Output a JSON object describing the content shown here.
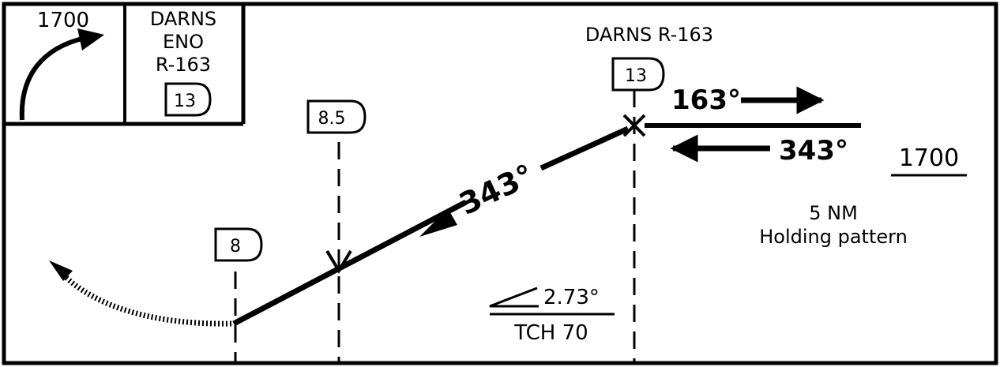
{
  "missed_approach_box": {
    "altitude": "1700"
  },
  "fix_box": {
    "lines": [
      "DARNS",
      "ENO",
      "R-163"
    ],
    "distance": "13"
  },
  "darns_fix": {
    "label": "DARNS R-163",
    "distance": "13"
  },
  "holding": {
    "outbound_course": "163°",
    "inbound_course": "343°",
    "altitude": "1700",
    "length": "5 NM",
    "description": "Holding pattern"
  },
  "final_approach": {
    "course": "343°"
  },
  "step_fixes": [
    {
      "distance": "8.5"
    },
    {
      "distance": "8"
    }
  ],
  "glideslope": {
    "angle": "2.73°",
    "tch": "TCH 70"
  }
}
